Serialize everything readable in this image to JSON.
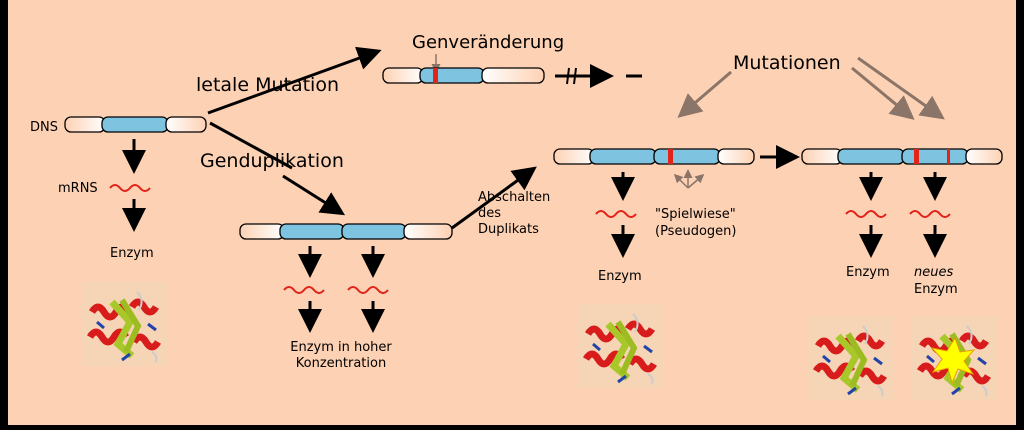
{
  "colors": {
    "background": "#fdd1b3",
    "gene": "#7ec3df",
    "mutation": "#e2231a",
    "mrna": "#e2231a",
    "arrow": "#000000",
    "mutation_arrow": "#8b7468"
  },
  "labels": {
    "dns": "DNS",
    "mrns": "mRNS",
    "enzym_1": "Enzym",
    "letale_mutation": "letale Mutation",
    "genveraenderung": "Genveränderung",
    "genduplikation": "Genduplikation",
    "enzym_hoch_line1": "Enzym in hoher",
    "enzym_hoch_line2": "Konzentration",
    "abschalten_line1": "Abschalten",
    "abschalten_line2": "des",
    "abschalten_line3": "Duplikats",
    "mutationen": "Mutationen",
    "spielwiese": "\"Spielwiese\"",
    "pseudogen": "(Pseudogen)",
    "enzym_2": "Enzym",
    "enzym_3": "Enzym",
    "neues": "neues",
    "enzym_neu": "Enzym"
  }
}
